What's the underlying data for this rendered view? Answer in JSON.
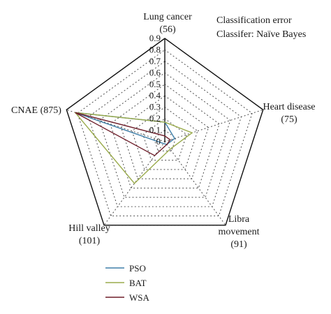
{
  "chart_data": {
    "type": "radar",
    "annotation_lines": [
      "Classification error",
      "Classifer: Naïve Bayes"
    ],
    "axes": [
      {
        "name": "Lung cancer",
        "sub": "(56)"
      },
      {
        "name": "Heart disease",
        "sub": "(75)"
      },
      {
        "name": "Libra",
        "name2": "movement",
        "sub": "(91)"
      },
      {
        "name": "Hill valley",
        "sub": "(101)"
      },
      {
        "name": "CNAE (875)",
        "sub": ""
      }
    ],
    "ticks": [
      "0",
      "0.1",
      "0.2",
      "0.3",
      "0.4",
      "0.5",
      "0.6",
      "0.7",
      "0.8",
      "0.9"
    ],
    "rmax": 0.9,
    "grid": "dotted",
    "legend_position": "bottom-left",
    "outer_frame_values": [
      0.9,
      0.9,
      0.9,
      0.9,
      0.9
    ],
    "series": [
      {
        "name": "PSO",
        "color": "#3f7fa8",
        "values": [
          0.17,
          0.09,
          0.03,
          0.02,
          0.82
        ]
      },
      {
        "name": "BAT",
        "color": "#9aab4c",
        "values": [
          0.17,
          0.25,
          0.08,
          0.45,
          0.82
        ]
      },
      {
        "name": "WSA",
        "color": "#6e1e2a",
        "values": [
          0.05,
          0.05,
          0.03,
          0.15,
          0.82
        ]
      }
    ]
  }
}
